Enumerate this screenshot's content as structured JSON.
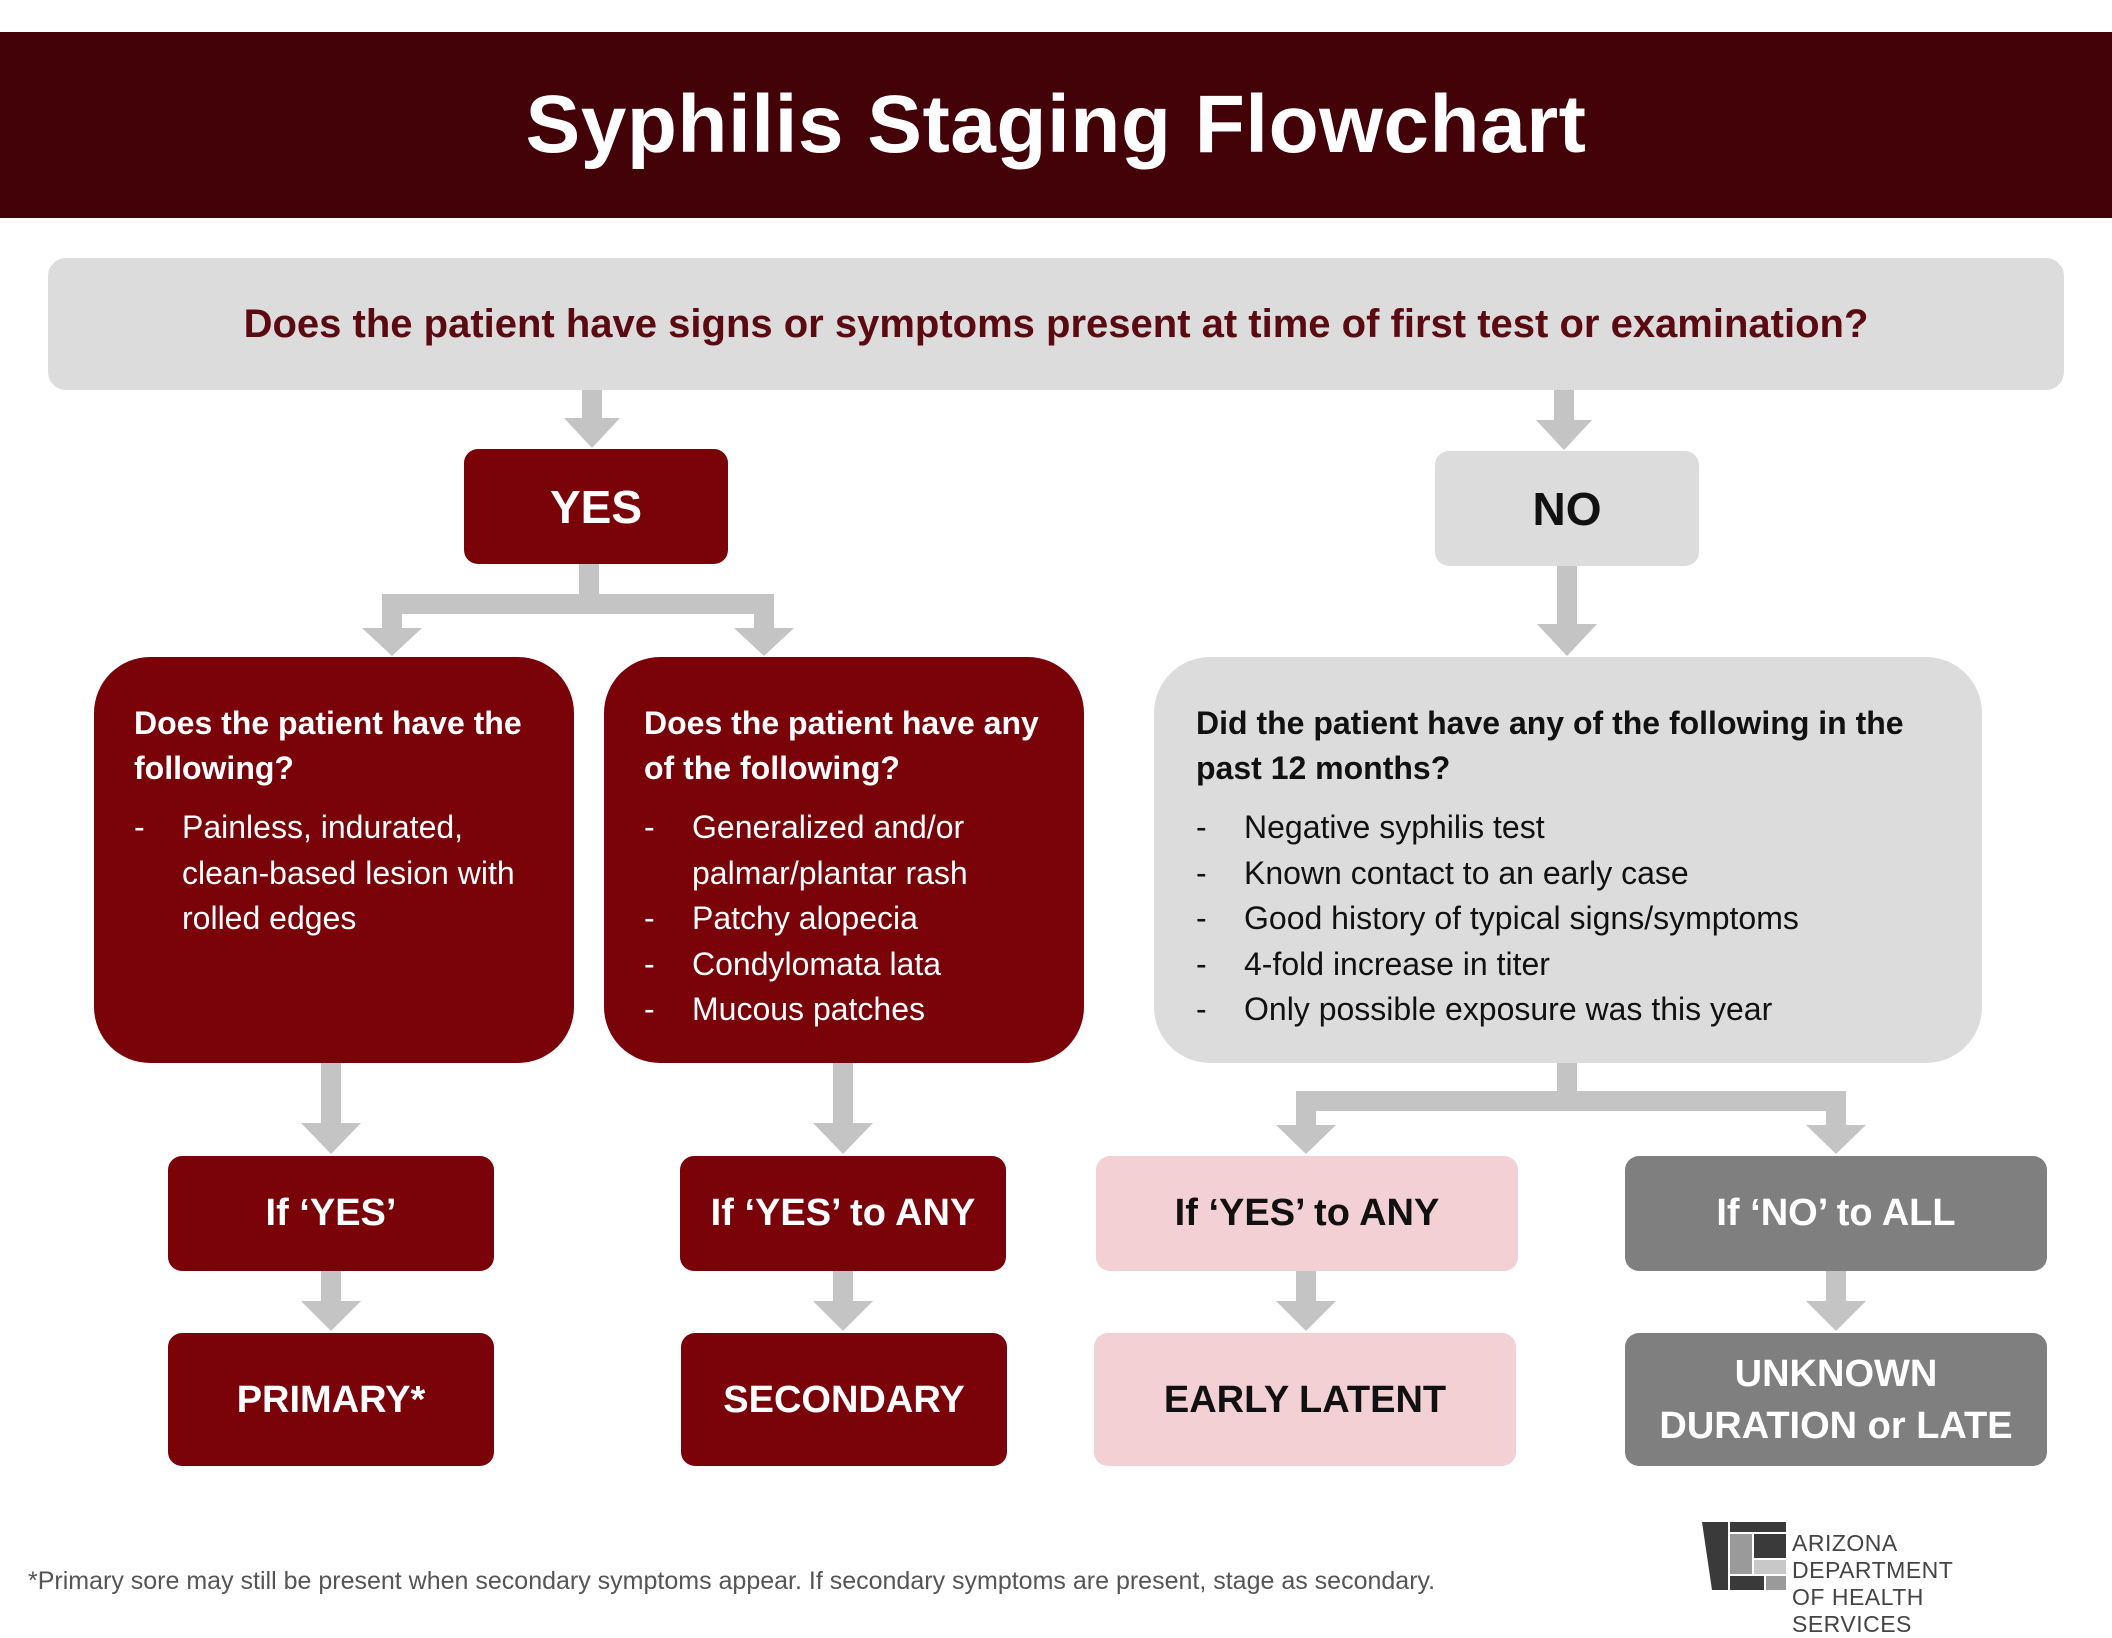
{
  "title": "Syphilis Staging Flowchart",
  "question": "Does the patient have signs or symptoms present at time of first test or examination?",
  "answers": {
    "yes": "YES",
    "no": "NO"
  },
  "primary_criteria": {
    "question": "Does the patient have the following?",
    "items": [
      "Painless, indurated, clean-based lesion with rolled edges"
    ]
  },
  "secondary_criteria": {
    "question": "Does the patient have any of the following?",
    "items": [
      "Generalized and/or palmar/plantar rash",
      "Patchy alopecia",
      "Condylomata lata",
      "Mucous patches"
    ]
  },
  "latent_criteria": {
    "question": "Did the patient have any of the following in the past 12 months?",
    "items": [
      "Negative syphilis test",
      "Known contact to an early case",
      "Good history of typical signs/symptoms",
      "4-fold increase in titer",
      "Only possible exposure was this year"
    ]
  },
  "conditions": {
    "primary": "If ‘YES’",
    "secondary": "If ‘YES’ to ANY",
    "early_latent": "If ‘YES’ to ANY",
    "late": "If ‘NO’ to ALL"
  },
  "results": {
    "primary": "PRIMARY*",
    "secondary": "SECONDARY",
    "early_latent": "EARLY LATENT",
    "late_line1": "UNKNOWN",
    "late_line2": "DURATION or LATE"
  },
  "footnote": "*Primary sore may still be present when secondary symptoms appear.  If secondary symptoms are present, stage as secondary.",
  "logo": {
    "line1": "ARIZONA DEPARTMENT",
    "line2": "OF HEALTH SERVICES"
  },
  "colors": {
    "header": "#430108",
    "maroon": "#7a0209",
    "light_gray": "#dcdcdc",
    "pink": "#f3d0d4",
    "dark_gray": "#7f7f7f",
    "connector": "#c4c4c4"
  }
}
